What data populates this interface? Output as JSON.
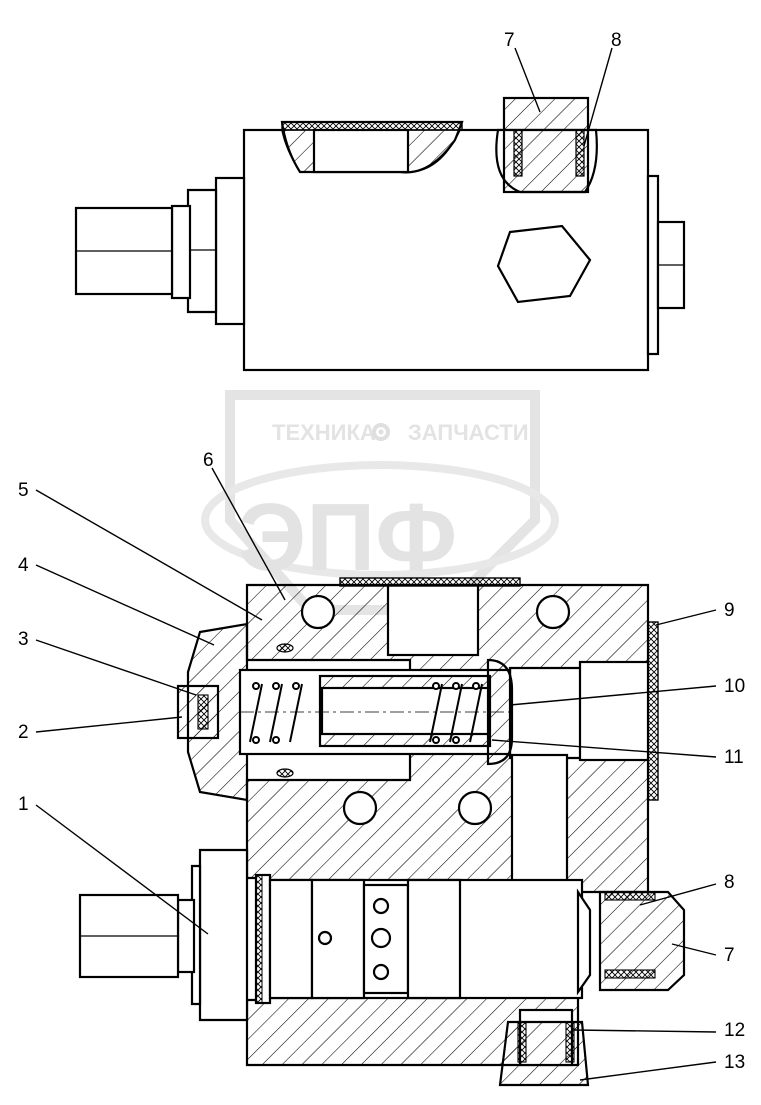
{
  "watermark": {
    "line1": "ТЕХНИКА",
    "line2": "ЗАПЧАСТИ",
    "logo": "ЭПФ"
  },
  "callouts": {
    "c1": "1",
    "c2": "2",
    "c3": "3",
    "c4": "4",
    "c5": "5",
    "c6": "6",
    "c7_top": "7",
    "c8_top": "8",
    "c9": "9",
    "c10": "10",
    "c11": "11",
    "c8_bottom": "8",
    "c7_bottom": "7",
    "c12": "12",
    "c13": "13"
  },
  "icons": {
    "gear": "gear-icon"
  }
}
